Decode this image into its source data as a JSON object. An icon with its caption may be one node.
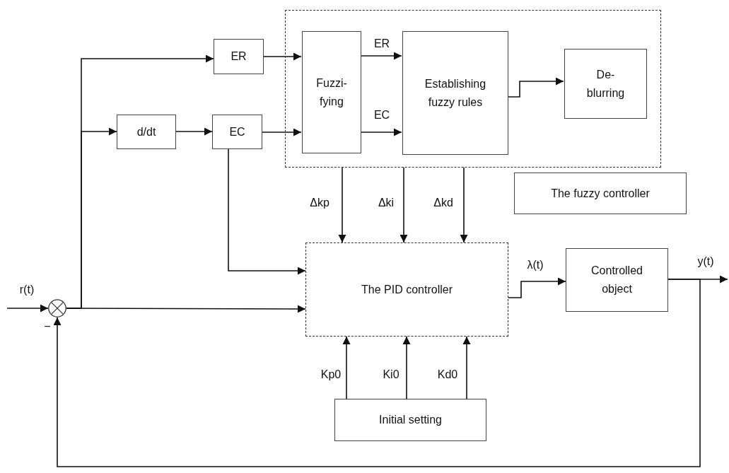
{
  "diagram": {
    "nodes": [
      {
        "text": [],
        "shape": "box"
      },
      {
        "text": [
          "ER"
        ]
      },
      {
        "text": [
          "d/dt"
        ]
      },
      {
        "text": [
          "EC"
        ]
      },
      {
        "text": [
          "Fuzzi- fying"
        ],
        "in": 0
      },
      {
        "text": [
          "Establishing fuzzy rules"
        ],
        "in": 0
      },
      {
        "text": [
          "De- blurring"
        ],
        "in": 0
      },
      {
        "text": [
          "The fuzzy controller"
        ]
      },
      {
        "text": [],
        "shape": "circle"
      },
      {
        "text": [
          "The PID controller"
        ]
      },
      {
        "text": [
          "Controlled object"
        ]
      },
      {
        "text": [
          "Initial setting"
        ]
      }
    ],
    "edges": [
      {
        "from": null,
        "to": 8,
        "arrow": "to",
        "label": "r(t)"
      },
      {
        "from": 8,
        "to": 1,
        "arrow": "to"
      },
      {
        "from": 8,
        "to": 2,
        "arrow": "to"
      },
      {
        "from": 2,
        "to": 3,
        "arrow": "to"
      },
      {
        "from": 1,
        "to": 4,
        "arrow": "to"
      },
      {
        "from": 3,
        "to": 4,
        "arrow": "to"
      },
      {
        "from": 4,
        "to": 5,
        "arrow": "to",
        "label": "ER"
      },
      {
        "from": 4,
        "to": 5,
        "arrow": "to",
        "label": "EC"
      },
      {
        "from": 5,
        "to": 6,
        "arrow": "to"
      },
      {
        "from": 0,
        "to": 9,
        "arrow": "to",
        "label": "Δkp"
      },
      {
        "from": 0,
        "to": 9,
        "arrow": "to",
        "label": "Δki"
      },
      {
        "from": 0,
        "to": 9,
        "arrow": "to",
        "label": "Δkd"
      },
      {
        "from": 3,
        "to": 9,
        "arrow": "to"
      },
      {
        "from": 8,
        "to": 9,
        "arrow": "to"
      },
      {
        "from": 11,
        "to": 9,
        "arrow": "to",
        "label": "Kp0"
      },
      {
        "from": 11,
        "to": 9,
        "arrow": "to",
        "label": "Ki0"
      },
      {
        "from": 11,
        "to": 9,
        "arrow": "to",
        "label": "Kd0"
      },
      {
        "from": 9,
        "to": 10,
        "arrow": "to",
        "label": "λ(t)"
      },
      {
        "from": 10,
        "to": null,
        "arrow": "to",
        "label": "y(t)"
      },
      {
        "from": 10,
        "to": 8,
        "arrow": "to"
      }
    ],
    "labels": [
      "−"
    ]
  }
}
